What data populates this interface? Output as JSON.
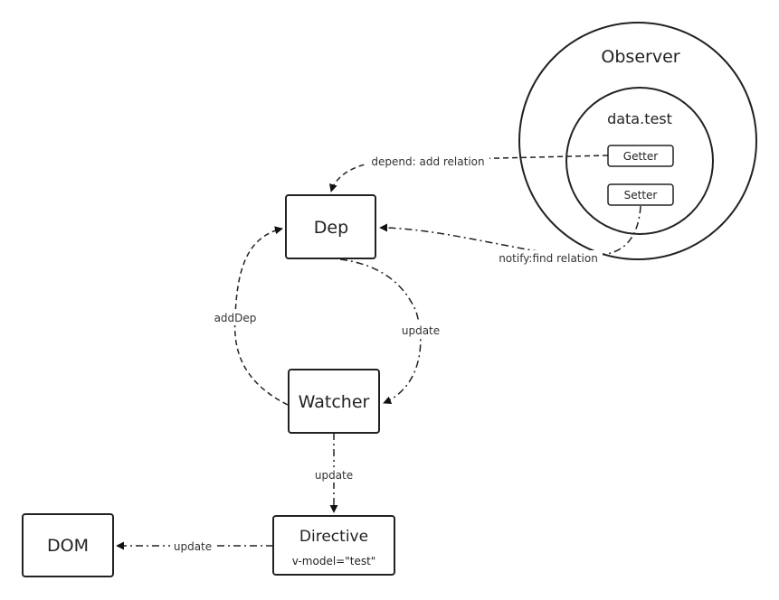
{
  "nodes": {
    "observer": "Observer",
    "data_test": "data.test",
    "getter": "Getter",
    "setter": "Setter",
    "dep": "Dep",
    "watcher": "Watcher",
    "directive": "Directive",
    "directive_sub": "v-model=\"test\"",
    "dom": "DOM"
  },
  "edges": {
    "depend": "depend: add relation",
    "notify": "notify:find relation",
    "add_dep": "addDep",
    "update_dep_watcher": "update",
    "update_watcher_directive": "update",
    "update_directive_dom": "update"
  }
}
